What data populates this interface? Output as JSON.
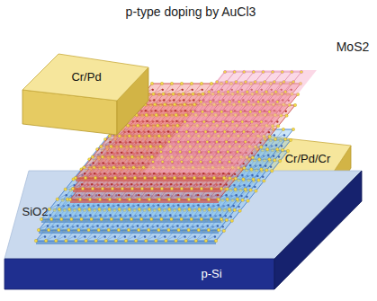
{
  "diagram": {
    "nodes": [
      {
        "text": [
          "Cr/Pd"
        ]
      },
      {
        "text": [
          "Cr/Pd/Cr"
        ]
      },
      {
        "text": [
          "SiO2"
        ]
      },
      {
        "text": [
          "p-Si"
        ]
      }
    ],
    "labels": [
      "p-type doping by AuCl3",
      "MoS2"
    ]
  }
}
